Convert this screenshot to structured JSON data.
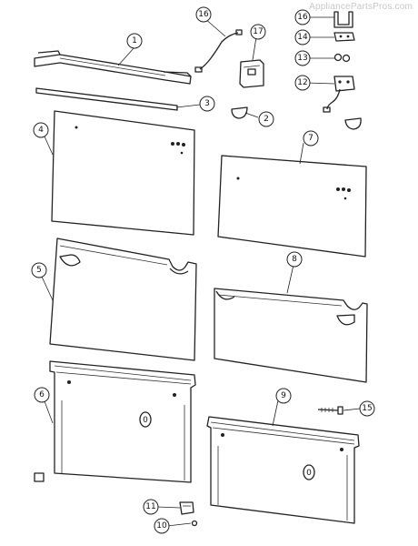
{
  "watermark": "AppliancePartsPros.com",
  "callouts": [
    "1",
    "2",
    "3",
    "4",
    "5",
    "6",
    "7",
    "8",
    "9",
    "10",
    "11",
    "12",
    "13",
    "14",
    "15",
    "16",
    "16",
    "17"
  ]
}
